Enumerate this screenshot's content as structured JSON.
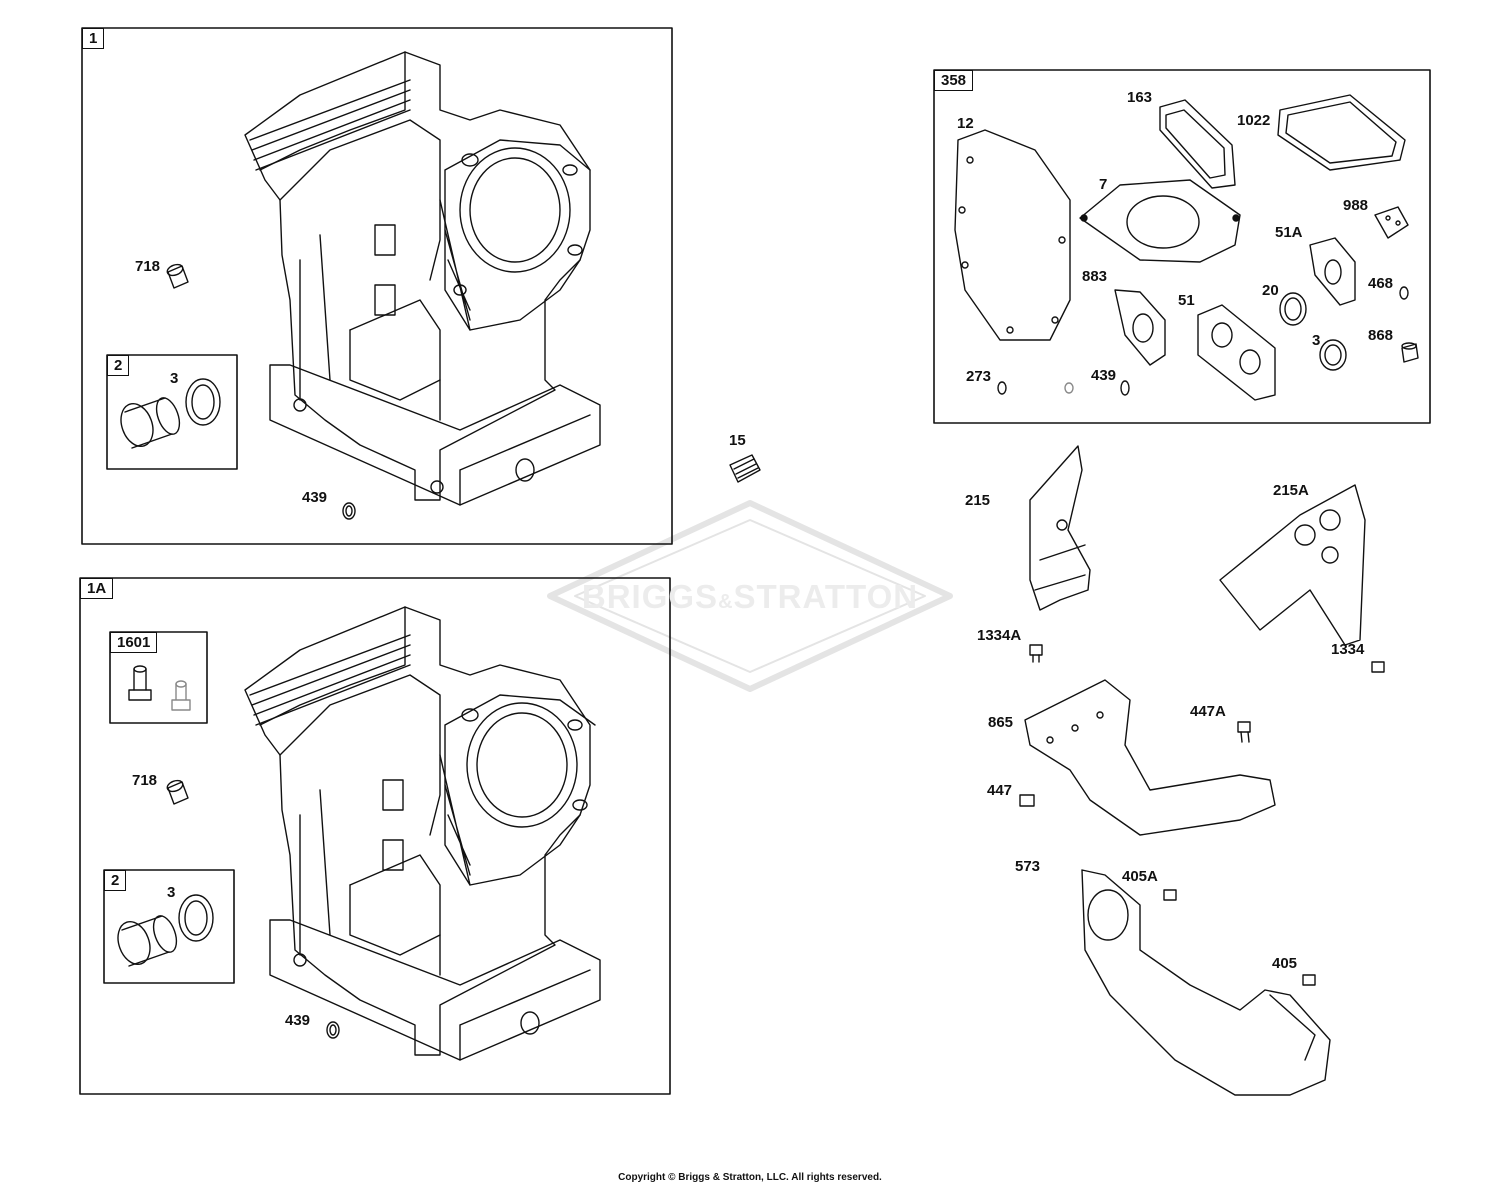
{
  "watermark": {
    "brand_a": "BRIGGS",
    "amp": "&",
    "brand_b": "STRATTON"
  },
  "copyright": "Copyright © Briggs & Stratton, LLC. All rights reserved.",
  "groups": {
    "g1": "1",
    "g2a": "2",
    "g1a": "1A",
    "g1601": "1601",
    "g2b": "2",
    "g358": "358"
  },
  "callouts": {
    "c718a": "718",
    "c3a": "3",
    "c439a": "439",
    "c15": "15",
    "c718b": "718",
    "c3b": "3",
    "c439b": "439",
    "c12": "12",
    "c163": "163",
    "c1022": "1022",
    "c7": "7",
    "c988": "988",
    "c51A": "51A",
    "c883": "883",
    "c51": "51",
    "c20": "20",
    "c468": "468",
    "c3c": "3",
    "c868": "868",
    "c273": "273",
    "c439c": "439",
    "c215": "215",
    "c215A": "215A",
    "c1334A": "1334A",
    "c1334": "1334",
    "c865": "865",
    "c447A": "447A",
    "c447": "447",
    "c573": "573",
    "c405A": "405A",
    "c405": "405"
  }
}
